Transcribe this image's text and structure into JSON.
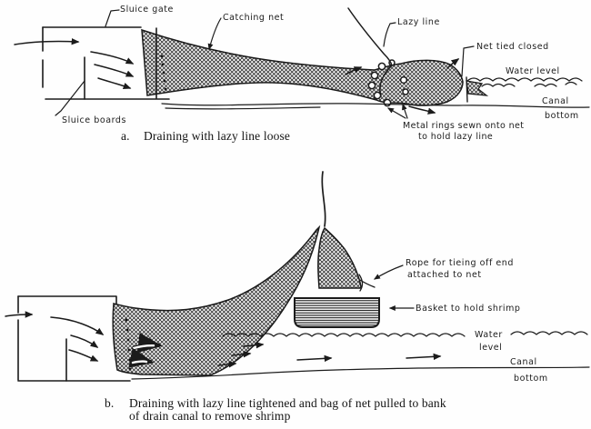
{
  "style": {
    "ink": "#1b1b1b",
    "paper": "#ffffff"
  },
  "figure": {
    "panel_a": {
      "labels": {
        "sluice_gate": "Sluice gate",
        "catching_net": "Catching net",
        "lazy_line": "Lazy line",
        "net_tied_closed": "Net tied closed",
        "water_level": "Water level",
        "canal": "Canal",
        "canal_bottom": "bottom",
        "sluice_boards": "Sluice boards",
        "metal_rings_line1": "Metal rings sewn onto net",
        "metal_rings_line2": "to hold lazy line"
      },
      "caption_letter": "a.",
      "caption": "Draining with lazy line loose"
    },
    "panel_b": {
      "labels": {
        "rope_line1": "Rope for tieing off end",
        "rope_line2": "attached to net",
        "basket": "Basket to hold shrimp",
        "water_level_line1": "Water",
        "water_level_line2": "level",
        "canal": "Canal",
        "canal_bottom": "bottom"
      },
      "caption_letter": "b.",
      "caption_line1": "Draining with lazy line tightened and bag of net pulled to bank",
      "caption_line2": "of drain canal to remove shrimp"
    }
  }
}
